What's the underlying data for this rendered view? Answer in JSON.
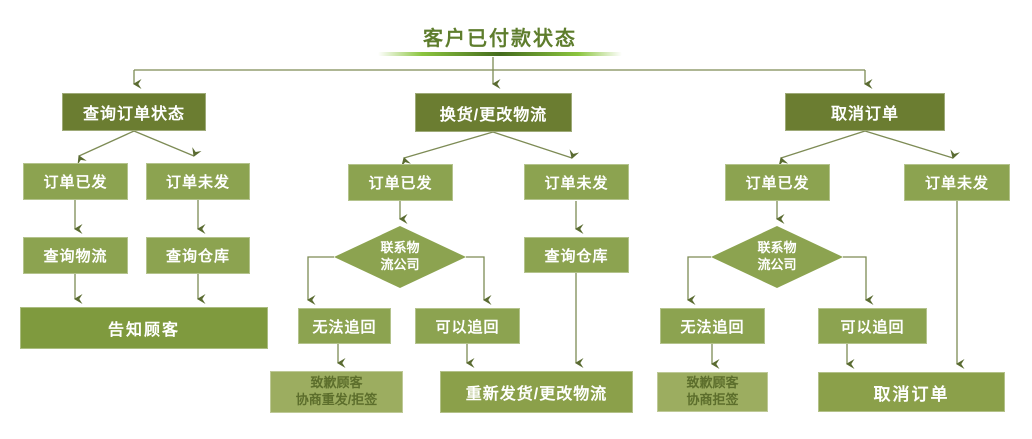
{
  "title": "客户已付款状态",
  "colors": {
    "dark_box": "#6b7d31",
    "medium_box": "#8ca350",
    "wide_box": "#7f9a3e",
    "wide_box_2": "#8ba04a",
    "light_box": "#9cad60",
    "light_box_text": "#5c6e2c",
    "title_text": "#5e7d2d",
    "line": "#7d8b55",
    "arrowhead": "#5a6b31",
    "underline_glow": "#8bc53f"
  },
  "nodes": {
    "branch_query": {
      "header": "查询订单状态",
      "shipped": "订单已发",
      "not_shipped": "订单未发",
      "check_logistics": "查询物流",
      "check_warehouse": "查询仓库",
      "inform_customer": "告知顾客"
    },
    "branch_exchange": {
      "header": "换货/更改物流",
      "shipped": "订单已发",
      "not_shipped": "订单未发",
      "contact_logistics_line1": "联系物",
      "contact_logistics_line2": "流公司",
      "check_warehouse": "查询仓库",
      "cannot_recover": "无法追回",
      "can_recover": "可以追回",
      "apology_line1": "致歉顾客",
      "apology_line2": "协商重发/拒签",
      "reship": "重新发货/更改物流"
    },
    "branch_cancel": {
      "header": "取消订单",
      "shipped": "订单已发",
      "not_shipped": "订单未发",
      "contact_logistics_line1": "联系物",
      "contact_logistics_line2": "流公司",
      "cannot_recover": "无法追回",
      "can_recover": "可以追回",
      "apology_line1": "致歉顾客",
      "apology_line2": "协商拒签",
      "cancel_order": "取消订单"
    }
  }
}
